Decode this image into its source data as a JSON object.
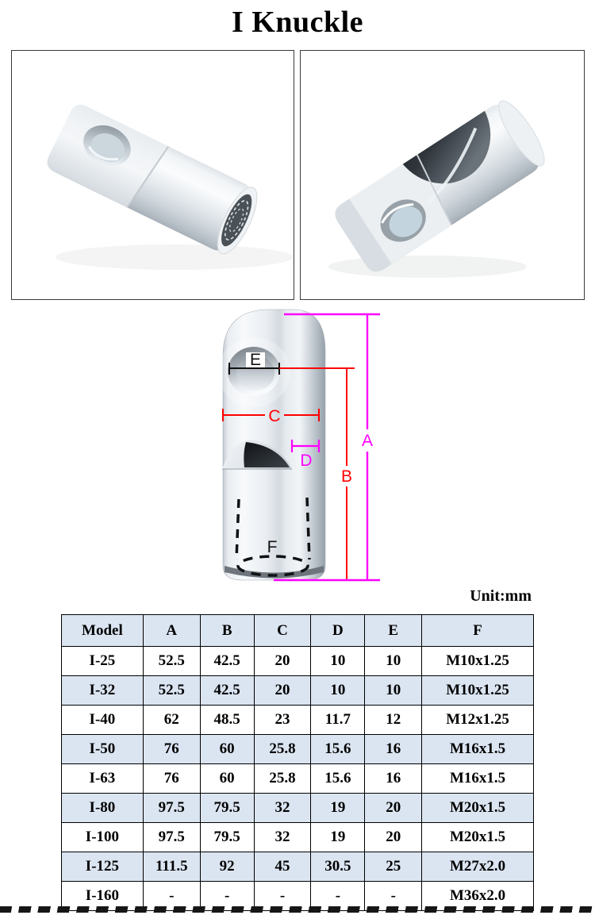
{
  "page": {
    "title": "I Knuckle",
    "unit_label": "Unit:mm"
  },
  "diagram": {
    "dim_labels": {
      "A": "A",
      "B": "B",
      "C": "C",
      "D": "D",
      "E": "E",
      "F": "F"
    },
    "colors": {
      "dim_magenta": "#ff00ff",
      "dim_red": "#ff0000",
      "dim_black": "#111111"
    }
  },
  "table": {
    "headers": [
      "Model",
      "A",
      "B",
      "C",
      "D",
      "E",
      "F"
    ],
    "rows": [
      [
        "I-25",
        "52.5",
        "42.5",
        "20",
        "10",
        "10",
        "M10x1.25"
      ],
      [
        "I-32",
        "52.5",
        "42.5",
        "20",
        "10",
        "10",
        "M10x1.25"
      ],
      [
        "I-40",
        "62",
        "48.5",
        "23",
        "11.7",
        "12",
        "M12x1.25"
      ],
      [
        "I-50",
        "76",
        "60",
        "25.8",
        "15.6",
        "16",
        "M16x1.5"
      ],
      [
        "I-63",
        "76",
        "60",
        "25.8",
        "15.6",
        "16",
        "M16x1.5"
      ],
      [
        "I-80",
        "97.5",
        "79.5",
        "32",
        "19",
        "20",
        "M20x1.5"
      ],
      [
        "I-100",
        "97.5",
        "79.5",
        "32",
        "19",
        "20",
        "M20x1.5"
      ],
      [
        "I-125",
        "111.5",
        "92",
        "45",
        "30.5",
        "25",
        "M27x2.0"
      ],
      [
        "I-160",
        "-",
        "-",
        "-",
        "-",
        "-",
        "M36x2.0"
      ]
    ],
    "header_bg": "#dbe5f1",
    "alt_row_bg": "#dbe5f1"
  }
}
